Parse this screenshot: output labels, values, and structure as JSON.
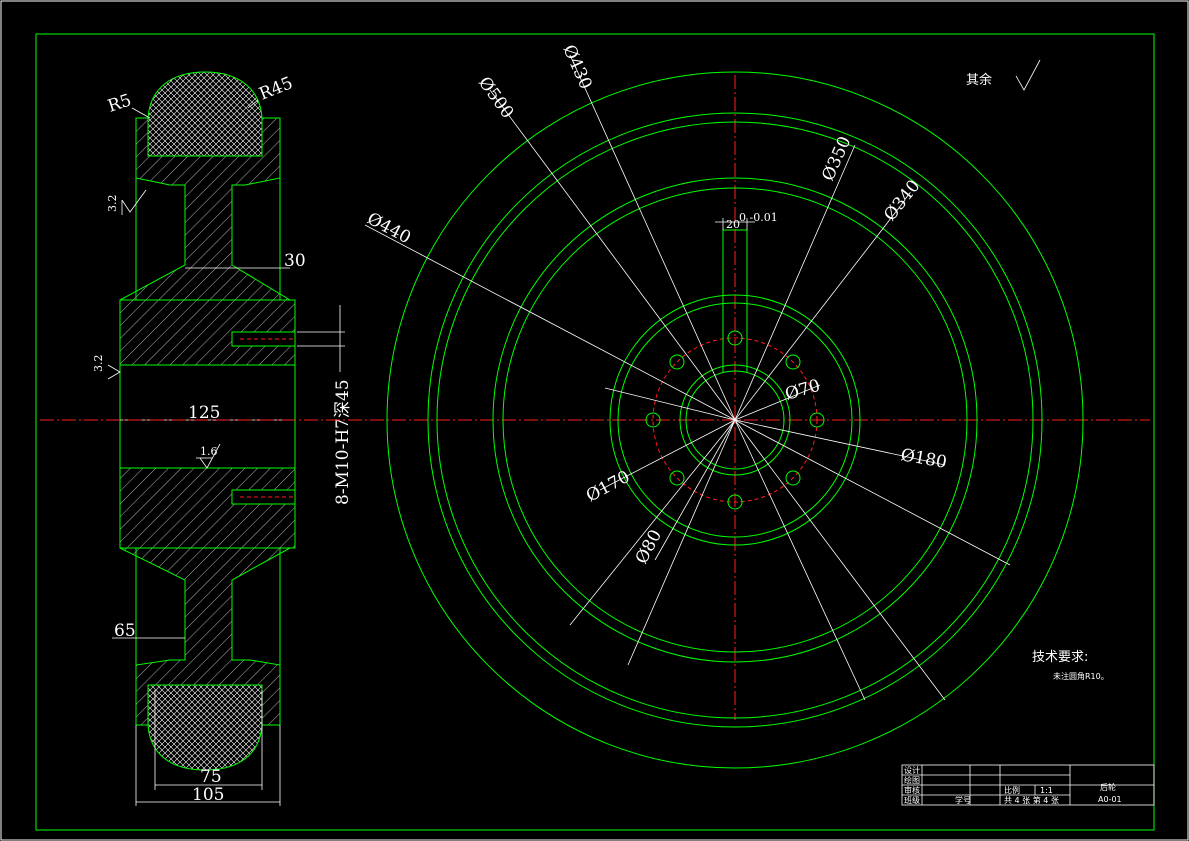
{
  "colors": {
    "background": "#000000",
    "outline": "#00ff00",
    "dimension": "#ffffff",
    "centerline": "#ff2020"
  },
  "front_view": {
    "dims": {
      "d500": "Ø500",
      "d430": "Ø430",
      "d350": "Ø350",
      "d340": "Ø340",
      "d440": "Ø440",
      "d70": "Ø70",
      "d180": "Ø180",
      "d170": "Ø170",
      "d80": "Ø80",
      "keyway": "20",
      "keyway_tol": "0 -0.01"
    }
  },
  "section_view": {
    "dims": {
      "r5": "R5",
      "r45": "R45",
      "w30": "30",
      "w125": "125",
      "w65": "65",
      "w75": "75",
      "w105": "105",
      "bolts": "8-M10-H7深45"
    },
    "roughness": {
      "top": "3.2",
      "mid": "3.2",
      "bore": "1.6"
    }
  },
  "notes": {
    "rest_roughness": "其余",
    "tech_title": "技术要求:",
    "tech_item": "未注圆角R10。"
  },
  "title_block": {
    "design": "设计",
    "draw": "绘图",
    "check": "审核",
    "class": "班级",
    "student_no": "学号",
    "scale_label": "比例",
    "scale": "1:1",
    "sheets": "共 4 张  第 4 张",
    "part_name": "后轮",
    "drawing_no": "A0-01"
  }
}
